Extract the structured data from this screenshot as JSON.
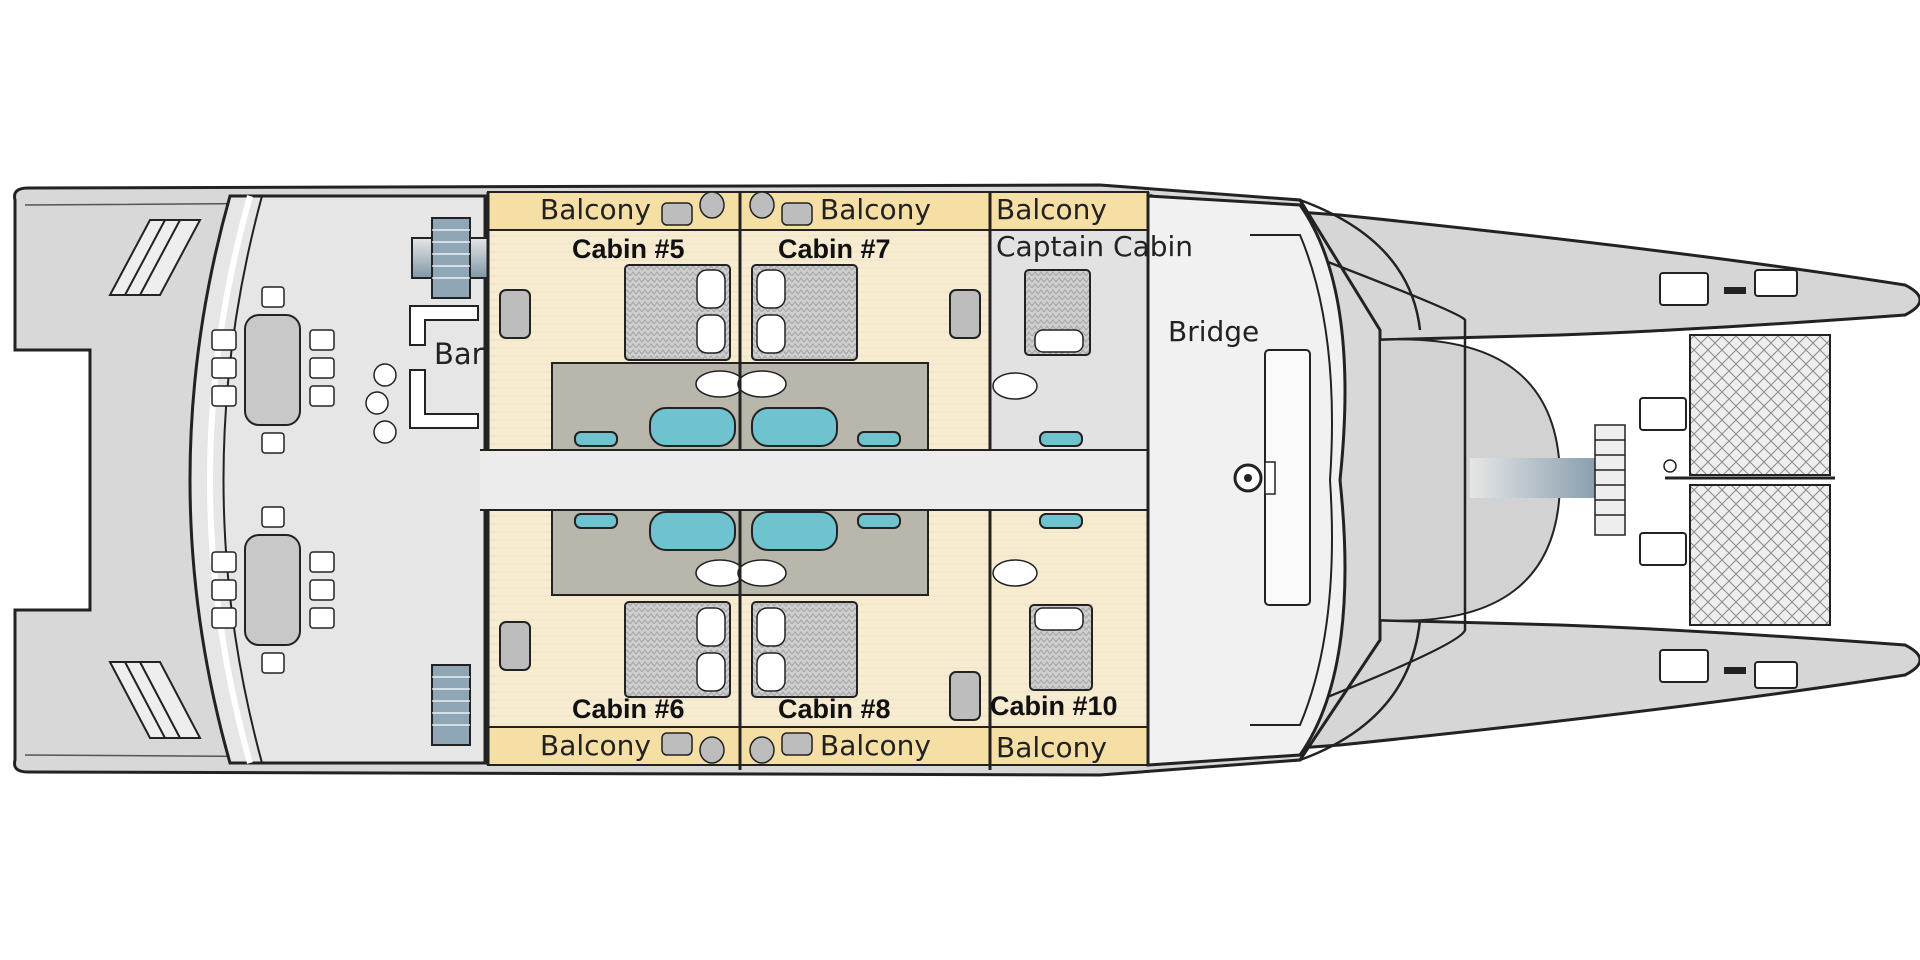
{
  "deck_plan": {
    "labels": {
      "bar": "Bar",
      "bridge": "Bridge",
      "captain_cabin": "Captain Cabin",
      "balcony": "Balcony"
    },
    "cabins": {
      "c5": "Cabin #5",
      "c6": "Cabin #6",
      "c7": "Cabin #7",
      "c8": "Cabin #8",
      "c10": "Cabin #10"
    },
    "colors": {
      "hull": "#d8d8d8",
      "deck": "#e8e8e8",
      "cabin_floor": "#f7ecd2",
      "balcony": "#f6dfa4",
      "bathroom": "#b9b6ab",
      "corridor": "#ececec",
      "tub": "#6fc3cf",
      "outline": "#222222"
    }
  }
}
